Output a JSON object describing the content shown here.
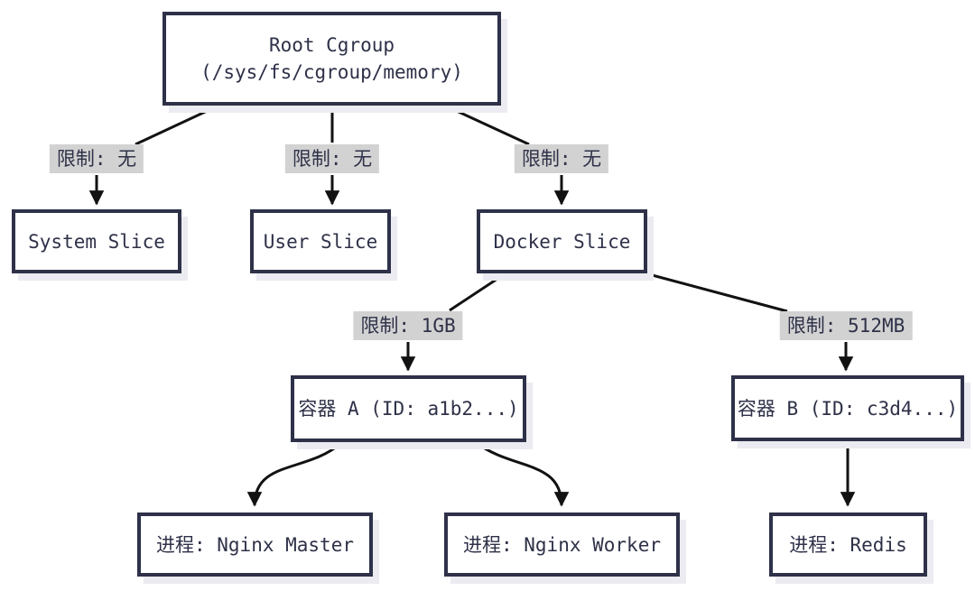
{
  "diagram": {
    "type": "flowchart",
    "direction": "top-down",
    "subject": "Linux cgroup memory hierarchy",
    "nodes": {
      "root": {
        "line1": "Root Cgroup",
        "line2": "(/sys/fs/cgroup/memory)"
      },
      "system_slice": {
        "label": "System Slice"
      },
      "user_slice": {
        "label": "User Slice"
      },
      "docker_slice": {
        "label": "Docker Slice"
      },
      "container_a": {
        "label": "容器 A (ID: a1b2...)"
      },
      "container_b": {
        "label": "容器 B (ID: c3d4...)"
      },
      "proc_nginx_master": {
        "label": "进程: Nginx Master"
      },
      "proc_nginx_worker": {
        "label": "进程: Nginx Worker"
      },
      "proc_redis": {
        "label": "进程: Redis"
      }
    },
    "edges": [
      {
        "from": "root",
        "to": "system_slice",
        "label": "限制: 无"
      },
      {
        "from": "root",
        "to": "user_slice",
        "label": "限制: 无"
      },
      {
        "from": "root",
        "to": "docker_slice",
        "label": "限制: 无"
      },
      {
        "from": "docker_slice",
        "to": "container_a",
        "label": "限制: 1GB"
      },
      {
        "from": "docker_slice",
        "to": "container_b",
        "label": "限制: 512MB"
      },
      {
        "from": "container_a",
        "to": "proc_nginx_master",
        "label": ""
      },
      {
        "from": "container_a",
        "to": "proc_nginx_worker",
        "label": ""
      },
      {
        "from": "container_b",
        "to": "proc_redis",
        "label": ""
      }
    ],
    "colors": {
      "node_border": "#2e3148",
      "node_fill": "#ffffff",
      "node_text": "#2e3148",
      "node_shadow": "#ebebf1",
      "edge_line": "#121212",
      "edge_label_bg": "#d2d2d2",
      "background": "#ffffff"
    }
  }
}
